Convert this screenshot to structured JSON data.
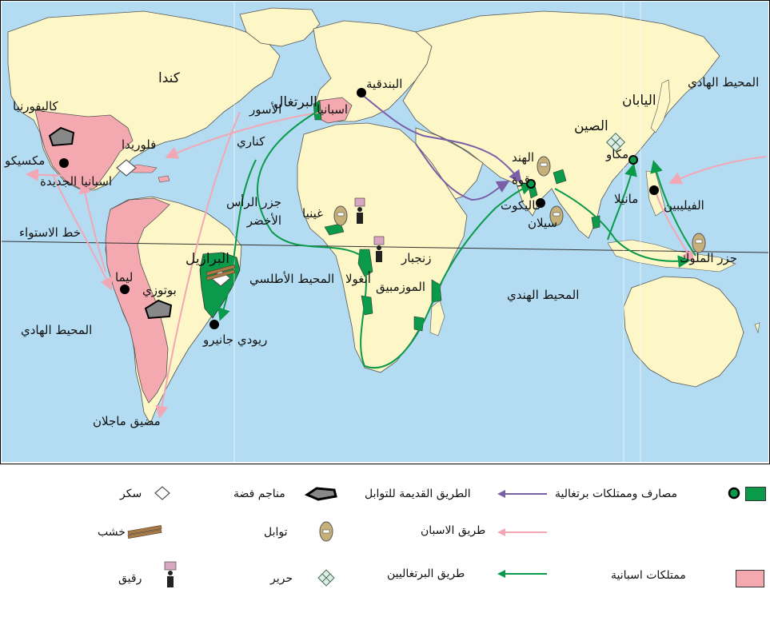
{
  "map": {
    "labels": {
      "canada": "كندا",
      "california": "كاليفورنيا",
      "florida": "فلوريدا",
      "mexico": "مكسيكو",
      "new_spain": "اسبانيا الجديدة",
      "equator": "خط الاستواء",
      "lima": "ليما",
      "potosi": "بوتوزي",
      "pacific_west": "المحيط الهادي",
      "magellan": "مضيق ماجلان",
      "azores": "الأسور",
      "canary": "كناري",
      "portugal": "البرتغال",
      "spain": "اسبانيا",
      "venice": "البندقية",
      "cape_verde": "جزر الرأس الأخضر",
      "guinea": "غينيا",
      "brazil": "البرازيل",
      "atlantic": "المحيط الأطلسي",
      "angola": "أنغولا",
      "mozambique": "الموزمبيق",
      "zanzibar": "زنجبار",
      "rio": "ريودي جانيرو",
      "india": "الهند",
      "goa": "قوة",
      "calicut": "كاليكوت",
      "ceylon": "سيلان",
      "china": "الصين",
      "macau": "مكاو",
      "japan": "اليابان",
      "pacific_east": "المحيط الهادي",
      "manila": "مانيلا",
      "philippines": "الفيليبين",
      "moluccas": "جزر الملوك",
      "indian_ocean": "المحيط الهندي"
    }
  },
  "legend": {
    "portuguese_posts": "مصارف وممتلكات برتغالية",
    "spanish_possessions": "ممتلكات اسبانية",
    "old_spice_route": "الطريق القديمة للتوابل",
    "spanish_route": "طريق الاسبان",
    "portuguese_route": "طريق البرتغاليين",
    "silver_mines": "مناجم فضة",
    "spices": "توابل",
    "silk": "حرير",
    "sugar": "سكر",
    "wood": "خشب",
    "slaves": "رقيق"
  },
  "colors": {
    "ocean": "#b3dcf2",
    "land": "#fdf6c6",
    "spanish": "#f4a9b0",
    "portuguese": "#0b9a49",
    "old_route": "#7b5ea8",
    "spanish_route": "#f3a7b4",
    "portuguese_route": "#0b9a49"
  }
}
